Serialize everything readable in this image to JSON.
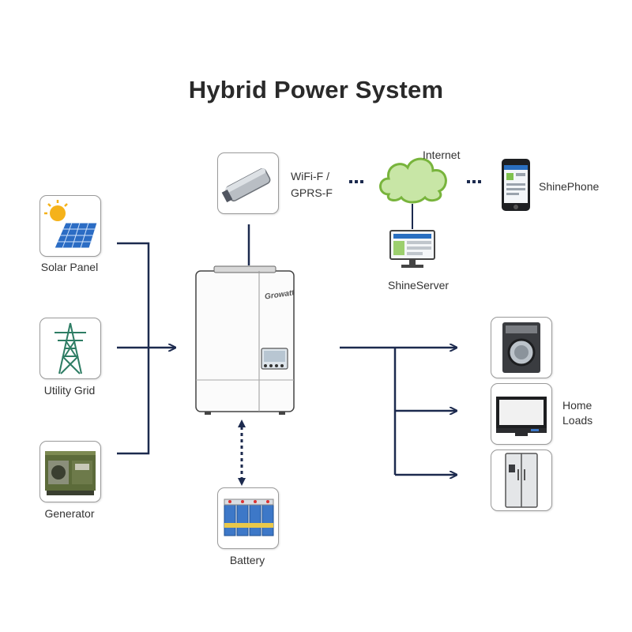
{
  "title": "Hybrid Power System",
  "sources": [
    {
      "id": "solar",
      "label": "Solar Panel",
      "icon": "solar-panel-icon"
    },
    {
      "id": "grid",
      "label": "Utility Grid",
      "icon": "transmission-tower-icon"
    },
    {
      "id": "generator",
      "label": "Generator",
      "icon": "generator-icon"
    }
  ],
  "inverter": {
    "brand": "Growatt",
    "icon": "hybrid-inverter-icon"
  },
  "monitoring": {
    "dongle_label_line1": "WiFi-F /",
    "dongle_label_line2": "GPRS-F",
    "internet_label": "Internet",
    "server_label": "ShineServer",
    "phone_label": "ShinePhone"
  },
  "storage": {
    "label": "Battery",
    "icon": "battery-bank-icon"
  },
  "loads": {
    "label_line1": "Home",
    "label_line2": "Loads",
    "items": [
      {
        "id": "washer",
        "icon": "washing-machine-icon"
      },
      {
        "id": "tv",
        "icon": "television-icon"
      },
      {
        "id": "fridge",
        "icon": "refrigerator-icon"
      }
    ]
  },
  "colors": {
    "line": "#1c2a4e",
    "cloud_fill": "#c8e6a6",
    "cloud_stroke": "#78b43c",
    "sky": "#2a6fc0"
  }
}
